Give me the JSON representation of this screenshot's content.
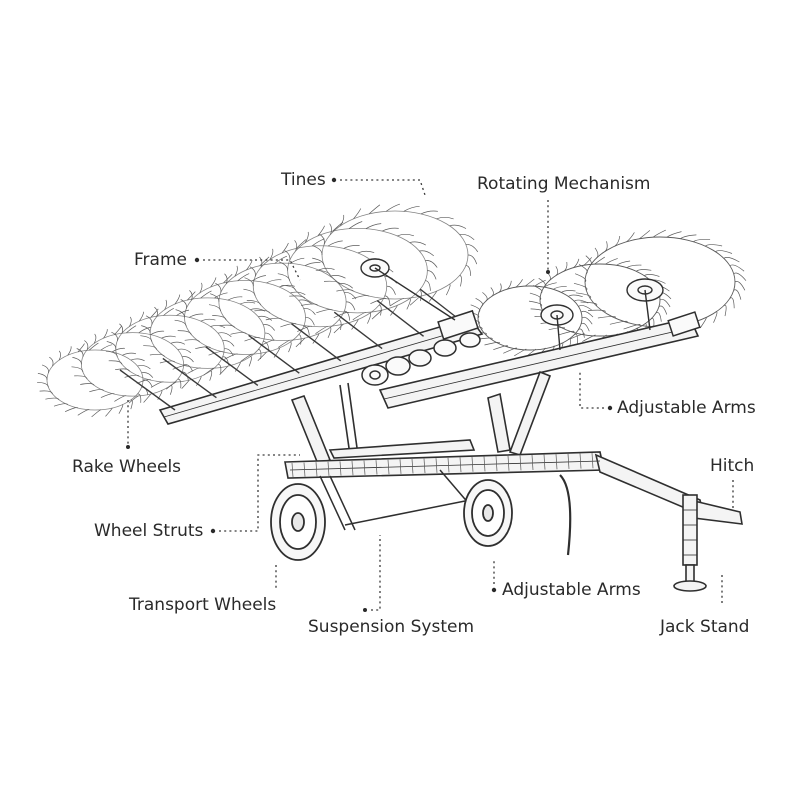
{
  "labels": {
    "tines": "Tines",
    "rotating_mechanism": "Rotating Mechanism",
    "frame": "Frame",
    "adjustable_arms_upper": "Adjustable Arms",
    "rake_wheels": "Rake Wheels",
    "hitch": "Hitch",
    "wheel_struts": "Wheel Struts",
    "adjustable_arms_lower": "Adjustable Arms",
    "transport_wheels": "Transport Wheels",
    "suspension_system": "Suspension System",
    "jack_stand": "Jack Stand"
  },
  "colors": {
    "line": "#2f2f2f",
    "text": "#2a2a2a",
    "background": "#ffffff"
  }
}
